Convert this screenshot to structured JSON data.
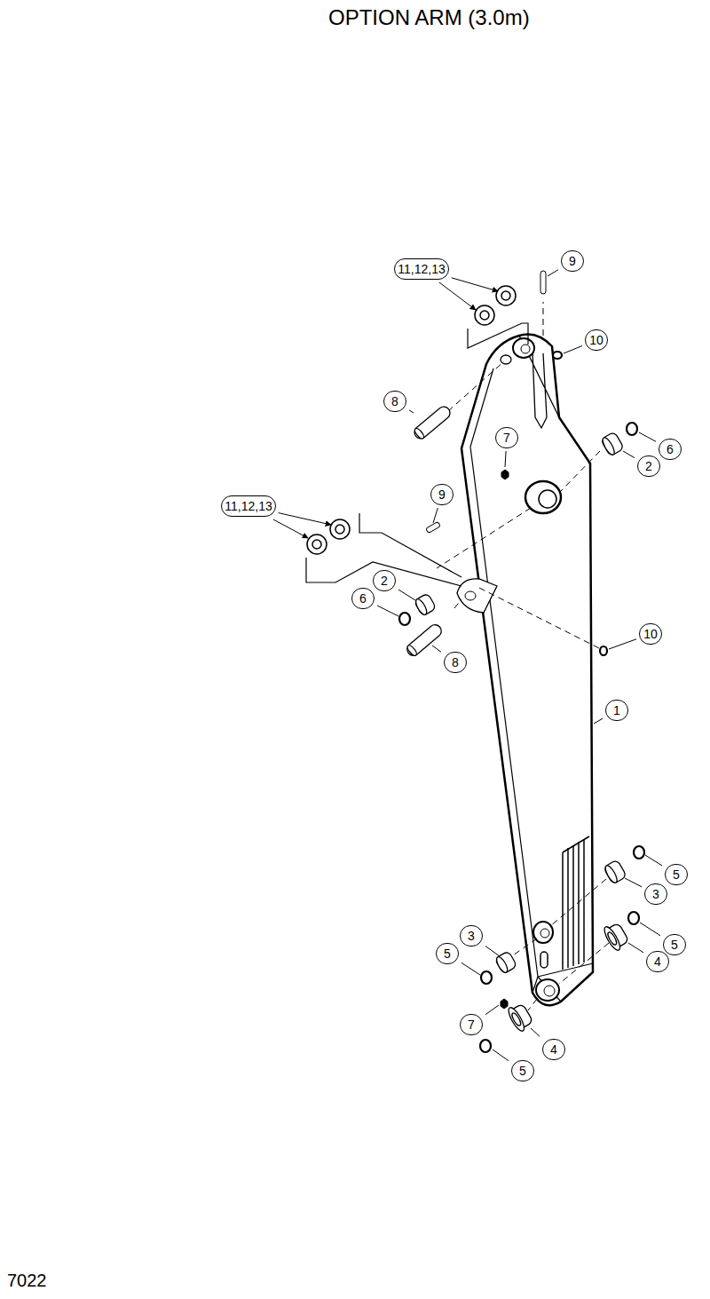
{
  "diagram": {
    "title": "OPTION ARM (3.0m)",
    "labels": [
      "11,12,13",
      "9",
      "10",
      "8",
      "7",
      "6",
      "2",
      "9",
      "11,12,13",
      "2",
      "6",
      "8",
      "10",
      "1",
      "5",
      "3",
      "3",
      "5",
      "5",
      "4",
      "7",
      "4",
      "5",
      "7022"
    ]
  }
}
